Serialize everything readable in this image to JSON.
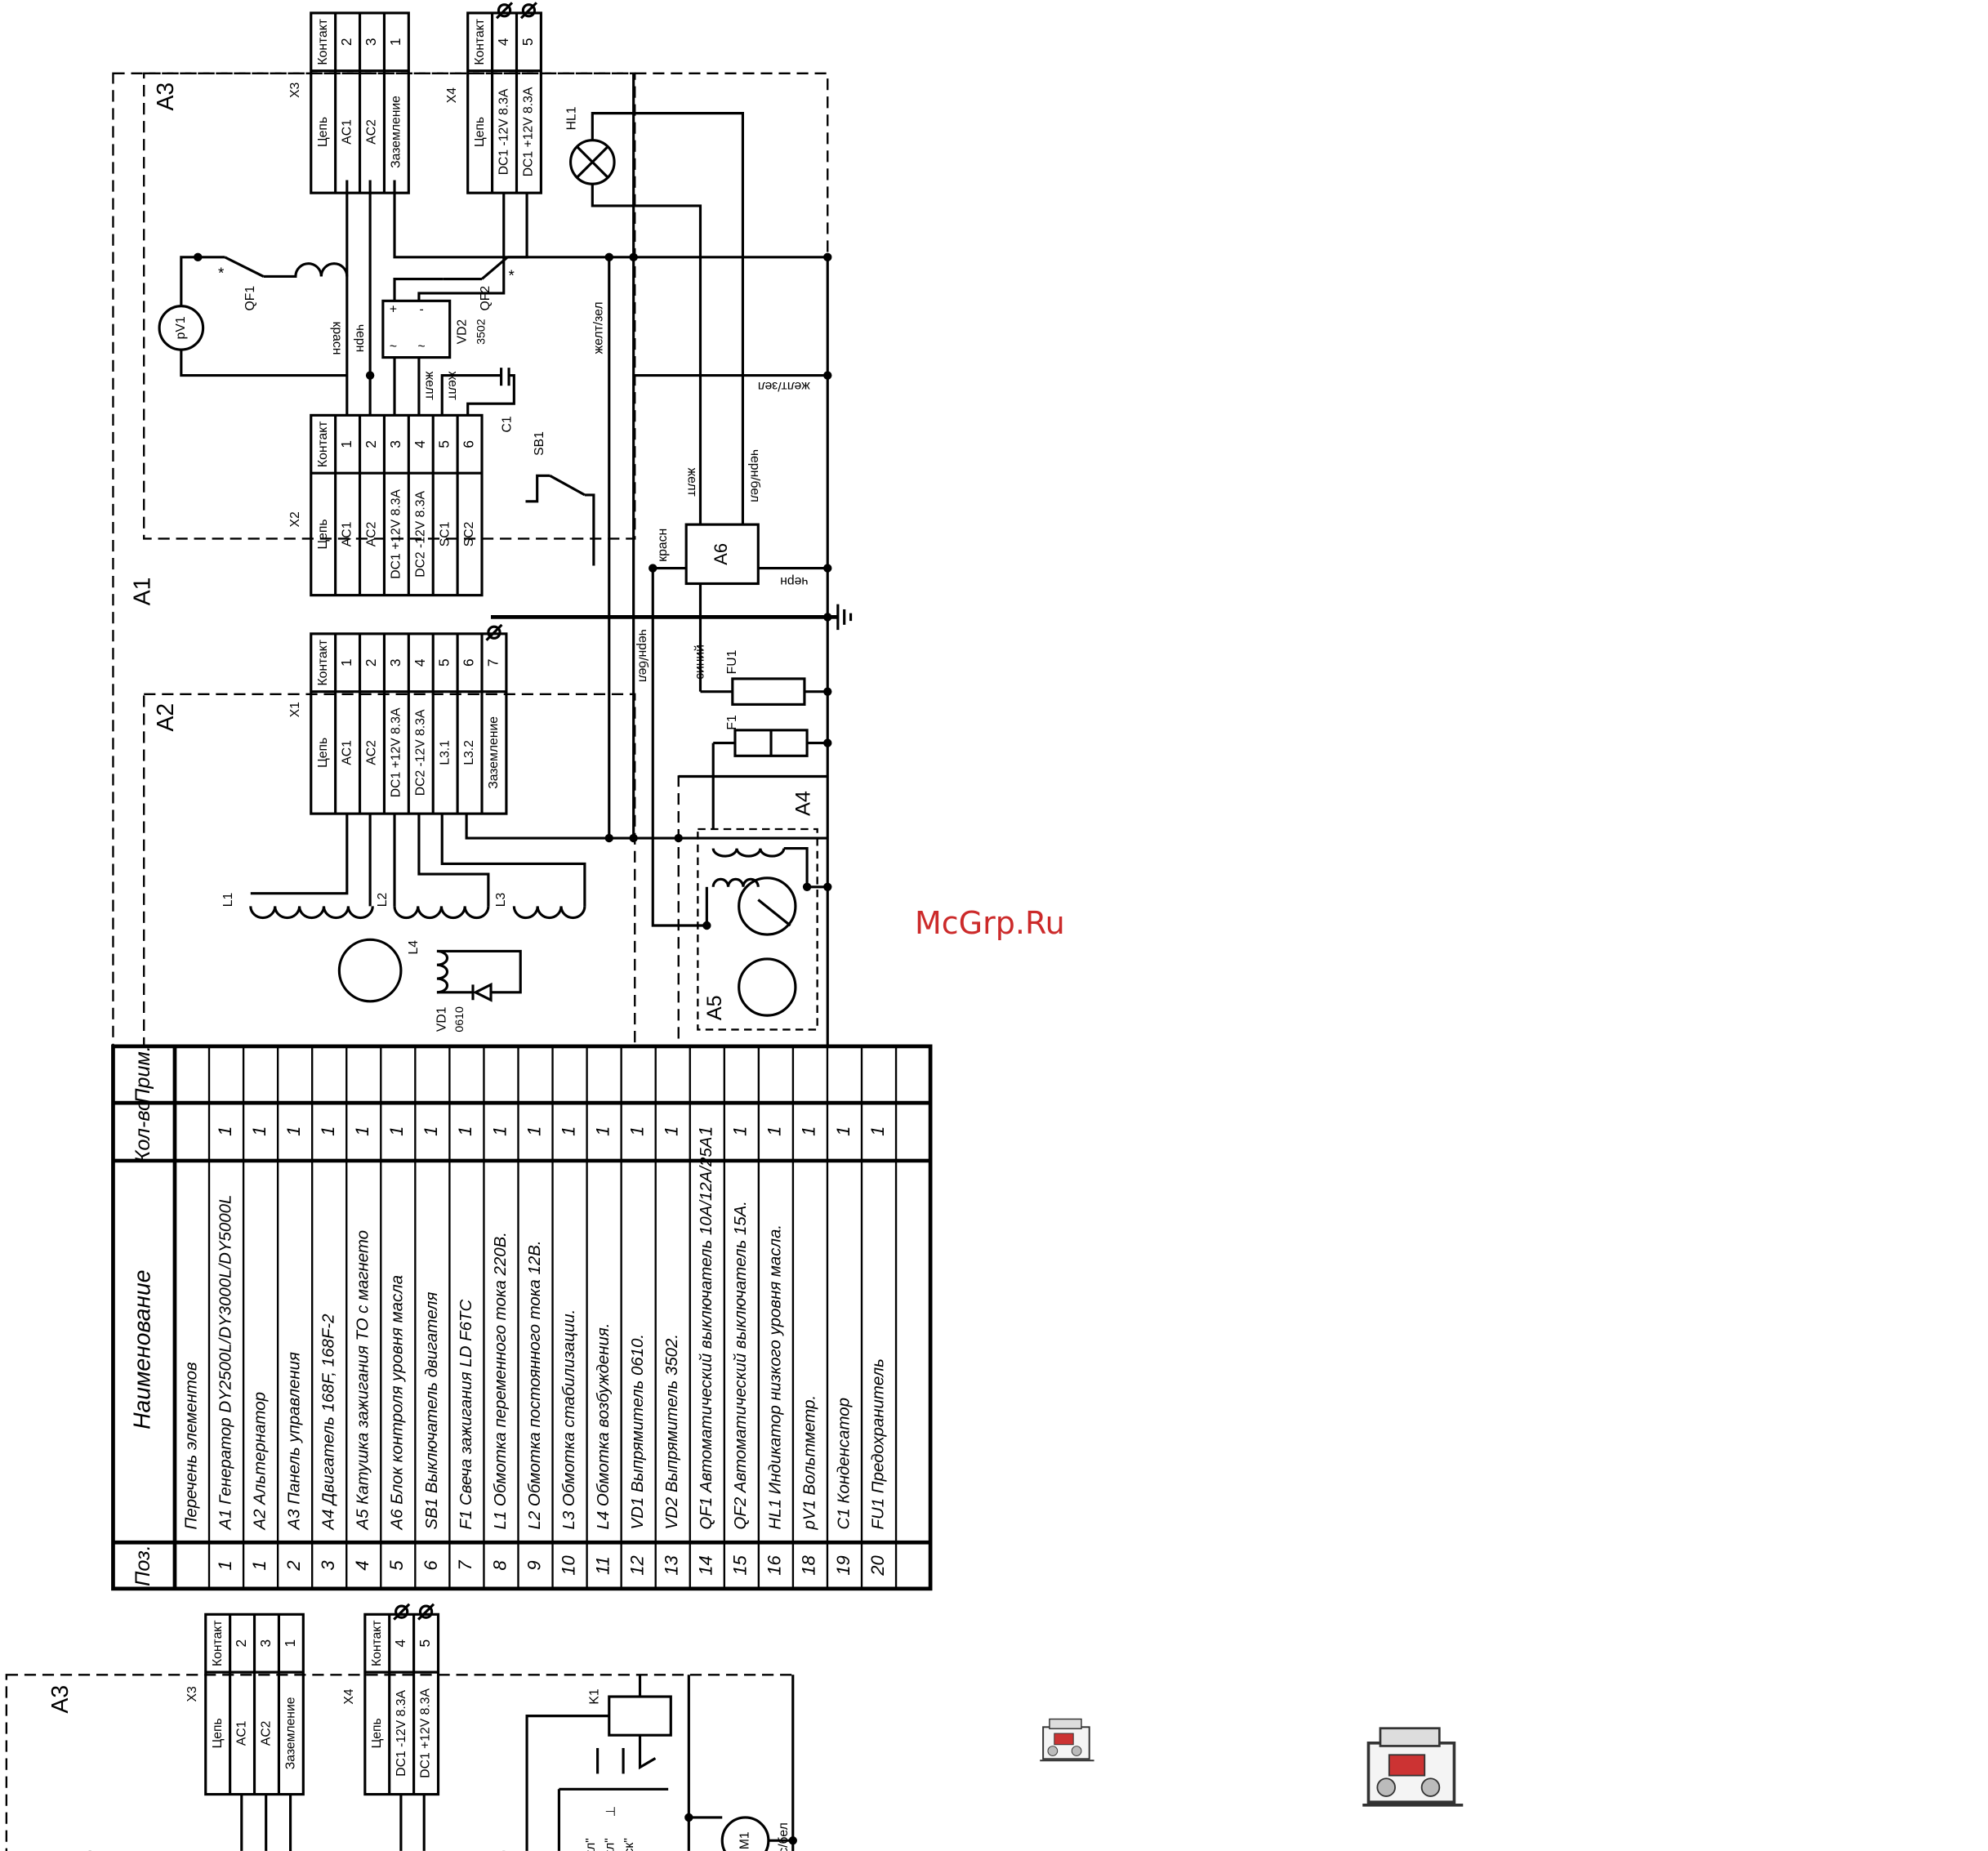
{
  "diagram": {
    "blocks": {
      "a1": "A1",
      "a2": "A2",
      "a3": "A3",
      "a4": "A4",
      "a5": "A5",
      "a6": "A6"
    },
    "connector_x3": {
      "label": "X3",
      "header_contact": "Контакт",
      "header_circuit": "Цепь",
      "rows": [
        {
          "contact": "2",
          "circuit": "AC1"
        },
        {
          "contact": "3",
          "circuit": "AC2"
        },
        {
          "contact": "1",
          "circuit": "Заземление"
        }
      ]
    },
    "connector_x4": {
      "label": "X4",
      "header_contact": "Контакт",
      "header_circuit": "Цепь",
      "rows": [
        {
          "contact": "4",
          "circuit": "DC1 -12V 8.3A"
        },
        {
          "contact": "5",
          "circuit": "DC1 +12V 8.3A"
        }
      ]
    },
    "connector_x2": {
      "label": "X2",
      "header_contact": "Контакт",
      "header_circuit": "Цепь",
      "rows": [
        {
          "contact": "1",
          "circuit": "AC1"
        },
        {
          "contact": "2",
          "circuit": "AC2"
        },
        {
          "contact": "3",
          "circuit": "DC1 +12V 8.3A"
        },
        {
          "contact": "4",
          "circuit": "DC2 -12V 8.3A"
        },
        {
          "contact": "5",
          "circuit": "SC1"
        },
        {
          "contact": "6",
          "circuit": "SC2"
        }
      ]
    },
    "connector_x1": {
      "label": "X1",
      "header_contact": "Контакт",
      "header_circuit": "Цепь",
      "rows": [
        {
          "contact": "1",
          "circuit": "AC1"
        },
        {
          "contact": "2",
          "circuit": "AC2"
        },
        {
          "contact": "3",
          "circuit": "DC1 +12V 8.3A"
        },
        {
          "contact": "4",
          "circuit": "DC2 -12V 8.3A"
        },
        {
          "contact": "5",
          "circuit": "L3.1"
        },
        {
          "contact": "6",
          "circuit": "L3.2"
        },
        {
          "contact": "7",
          "circuit": "Заземление"
        }
      ]
    },
    "components": {
      "qf1": "QF1",
      "qf2": "QF2",
      "pv1": "pV1",
      "hl1": "HL1",
      "vd2": "VD2",
      "vd2_part": "3502",
      "c1": "C1",
      "sb1": "SB1",
      "fu1": "FU1",
      "f1": "F1",
      "l1": "L1",
      "l2": "L2",
      "l3": "L3",
      "l4": "L4",
      "vd1": "VD1",
      "vd1_part": "0610",
      "k1": "K1",
      "m1": "M1"
    },
    "wire_labels": {
      "red": "красн",
      "black": "черн",
      "yellow": "желт",
      "yellow_green": "желт/зел",
      "black_white": "черн/бел",
      "blue": "синий",
      "red_white": "крас/бел"
    },
    "switch_positions": [
      "\"выкл\"",
      "\"вкл\"",
      "\"пуск\""
    ]
  },
  "parts_table": {
    "headers": {
      "pos": "Поз.",
      "name": "Наименование",
      "qty": "Кол-во",
      "note": "Прим."
    },
    "rows": [
      {
        "pos": "",
        "name": "Перечень элементов",
        "qty": ""
      },
      {
        "pos": "1",
        "name": "A1 Генератор DY2500L/DY3000L/DY5000L",
        "qty": "1"
      },
      {
        "pos": "1",
        "name": "A2 Альтернатор",
        "qty": "1"
      },
      {
        "pos": "2",
        "name": "A3 Панель управления",
        "qty": "1"
      },
      {
        "pos": "3",
        "name": "A4 Двигатель 168F, 168F-2",
        "qty": "1"
      },
      {
        "pos": "4",
        "name": "A5 Катушка зажигания ТО с магнето",
        "qty": "1"
      },
      {
        "pos": "5",
        "name": "A6 Блок контроля уровня масла",
        "qty": "1"
      },
      {
        "pos": "6",
        "name": "SB1 Выключатель двигателя",
        "qty": "1"
      },
      {
        "pos": "7",
        "name": "F1 Свеча зажигания LD F6TC",
        "qty": "1"
      },
      {
        "pos": "8",
        "name": "L1 Обмотка переменного тока 220В.",
        "qty": "1"
      },
      {
        "pos": "9",
        "name": "L2 Обмотка постоянного тока 12В.",
        "qty": "1"
      },
      {
        "pos": "10",
        "name": "L3 Обмотка стабилизации.",
        "qty": "1"
      },
      {
        "pos": "11",
        "name": "L4 Обмотка возбуждения.",
        "qty": "1"
      },
      {
        "pos": "12",
        "name": "VD1 Выпрямитель 0610.",
        "qty": "1"
      },
      {
        "pos": "13",
        "name": "VD2 Выпрямитель 3502.",
        "qty": "1"
      },
      {
        "pos": "14",
        "name": "QF1 Автоматический выключатель 10А/12А/25А",
        "qty": "1"
      },
      {
        "pos": "15",
        "name": "QF2 Автоматический выключатель 15А.",
        "qty": "1"
      },
      {
        "pos": "16",
        "name": "HL1 Индикатор низкого уровня масла.",
        "qty": "1"
      },
      {
        "pos": "18",
        "name": "pV1 Вольтметр.",
        "qty": "1"
      },
      {
        "pos": "19",
        "name": "C1 Конденсатор",
        "qty": "1"
      },
      {
        "pos": "20",
        "name": "FU1 Предохранитель",
        "qty": "1"
      },
      {
        "pos": "",
        "name": "",
        "qty": ""
      }
    ]
  },
  "watermark": "McGrp.Ru"
}
